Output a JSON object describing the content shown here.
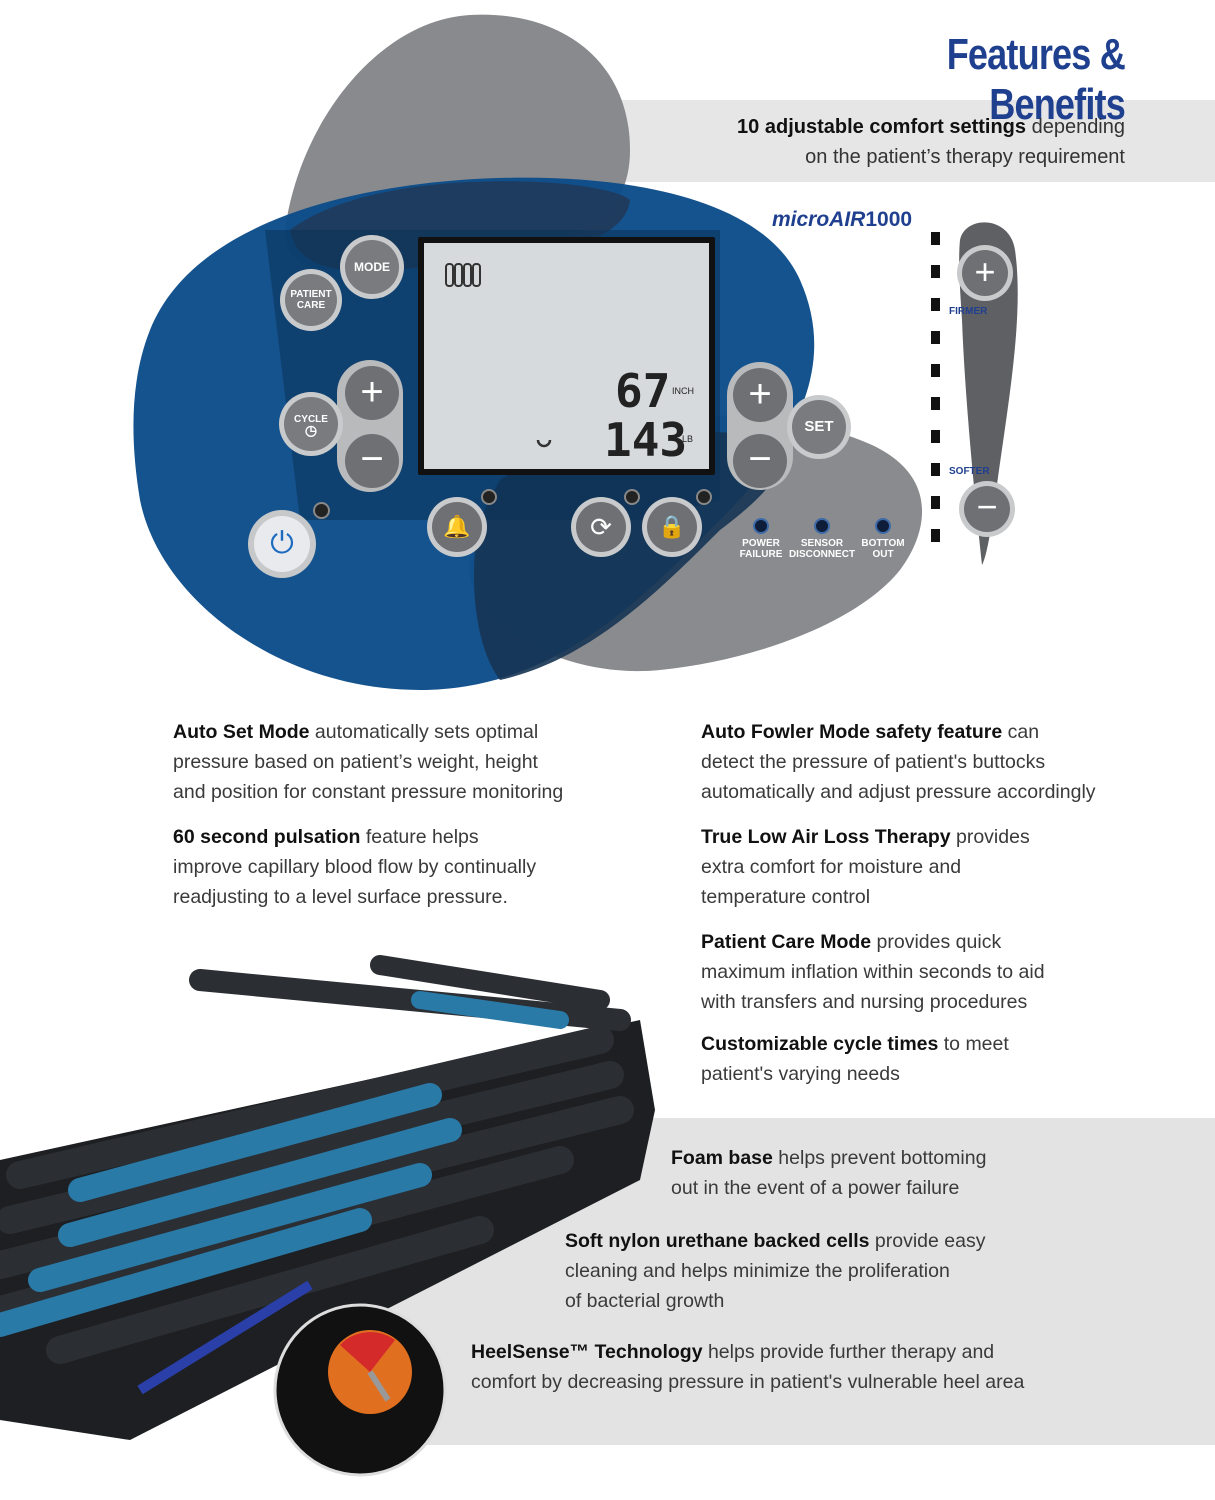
{
  "header": {
    "title": "Features & Benefits"
  },
  "top_band": {
    "bold": "10 adjustable comfort settings",
    "rest": " depending",
    "line2": "on the patient’s therapy requirement"
  },
  "panel": {
    "brand": "microAIR",
    "model": "1000",
    "mode_label": "MODE",
    "patient_care_label_1": "PATIENT",
    "patient_care_label_2": "CARE",
    "cycle_label": "CYCLE",
    "set_label": "SET",
    "lcd": {
      "height_value": "67",
      "height_unit": "INCH",
      "weight_value": "143",
      "weight_unit": "LB"
    },
    "indicators": [
      {
        "line1": "POWER",
        "line2": "FAILURE"
      },
      {
        "line1": "SENSOR",
        "line2": "DISCONNECT"
      },
      {
        "line1": "BOTTOM",
        "line2": "OUT"
      }
    ],
    "firmer_label": "FIRMER",
    "softer_label": "SOFTER"
  },
  "features_left": [
    {
      "bold": "Auto Set Mode",
      "lines": [
        " automatically sets optimal",
        "pressure based on patient’s weight, height",
        "and position for constant pressure monitoring"
      ]
    },
    {
      "bold": "60 second pulsation",
      "lines": [
        " feature helps",
        "improve capillary blood flow by continually",
        "readjusting to a level surface pressure."
      ]
    }
  ],
  "features_right": [
    {
      "bold": "Auto Fowler Mode safety feature",
      "lines": [
        " can",
        "detect the pressure of patient's buttocks",
        "automatically and adjust pressure accordingly"
      ]
    },
    {
      "bold": "True Low Air Loss Therapy",
      "lines": [
        " provides",
        "extra comfort for moisture and",
        "temperature control"
      ]
    },
    {
      "bold": "Patient Care Mode",
      "lines": [
        " provides quick",
        "maximum inflation within seconds to aid",
        "with transfers and nursing procedures"
      ]
    },
    {
      "bold": "Customizable cycle times",
      "lines": [
        " to meet",
        "patient's varying needs"
      ]
    }
  ],
  "bottom_band": [
    {
      "bold": "Foam base",
      "lines": [
        " helps prevent bottoming",
        "out in the event of a power failure"
      ]
    },
    {
      "bold": "Soft nylon urethane backed cells",
      "lines": [
        " provide easy",
        "cleaning and helps minimize the proliferation",
        "of bacterial growth"
      ]
    },
    {
      "bold": "HeelSense™ Technology",
      "lines": [
        " helps provide further therapy and",
        "comfort by decreasing pressure in patient's vulnerable heel area"
      ]
    }
  ],
  "colors": {
    "title_blue": "#1f3f8f",
    "band_gray": "#e6e6e6",
    "blob_gray": "#8a8b8e",
    "blob_blue": "#0d4d8a",
    "mattress_blue": "#2a7aa8"
  },
  "icons": [
    "power-icon",
    "alarm-icon",
    "refresh-icon",
    "lock-icon",
    "plus-icon",
    "minus-icon",
    "cycle-clock-icon"
  ]
}
